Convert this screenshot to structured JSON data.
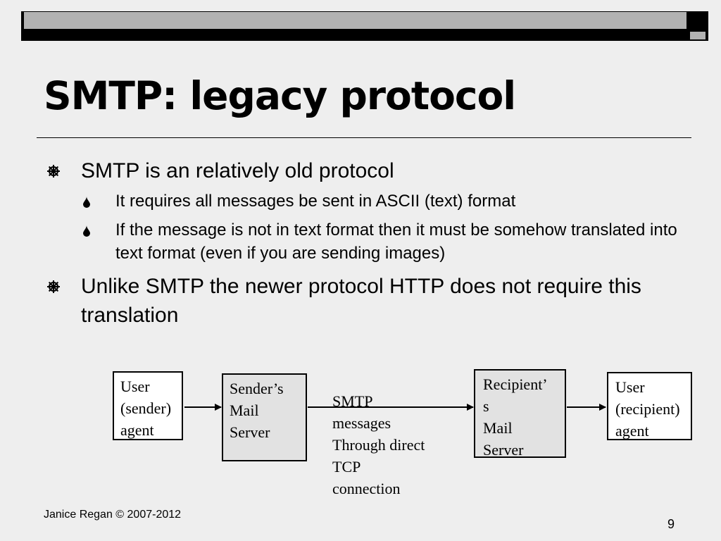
{
  "title": "SMTP:  legacy protocol",
  "bullets": {
    "b1": "SMTP is an relatively old protocol",
    "b1_sub1": "It requires all messages be sent in ASCII (text) format",
    "b1_sub2": "If the message is not in text format then it must be somehow translated into text format (even if you are sending images)",
    "b2": "Unlike SMTP the newer protocol HTTP does not require this translation"
  },
  "diagram": {
    "user_sender": "User\n(sender)\n agent",
    "senders_server": "Sender’s\nMail\nServer",
    "smtp_messages": "SMTP\nmessages\nThrough direct\nTCP\nconnection",
    "recipients_server": "Recipient’\ns\nMail\nServer",
    "user_recipient": "User\n(recipient)\n agent"
  },
  "footer": {
    "author": "Janice Regan © 2007-2012",
    "page_number": "9"
  },
  "icons": {
    "level1_bullet": "ship-wheel-icon",
    "level2_bullet": "drop-icon"
  },
  "colors": {
    "background": "#eeeeee",
    "top_bar": "#000000",
    "top_bar_fill": "#b2b2b2",
    "server_box": "#e2e2e2"
  }
}
